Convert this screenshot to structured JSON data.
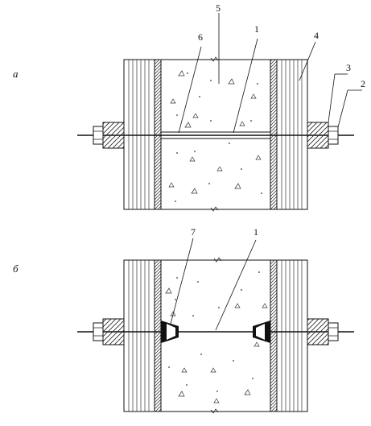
{
  "panels": [
    {
      "label": "а",
      "callouts": [
        "5",
        "6",
        "1",
        "4",
        "3",
        "2"
      ]
    },
    {
      "label": "б",
      "callouts": [
        "7",
        "1"
      ]
    }
  ]
}
